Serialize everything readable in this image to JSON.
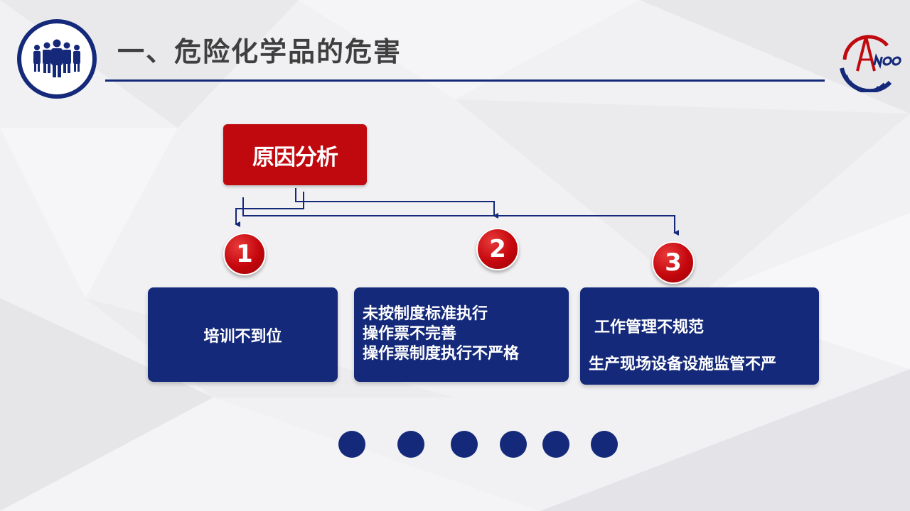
{
  "header": {
    "title": "一、危险化学品的危害",
    "icon": "people-group-icon",
    "logo": "cnooc-logo-icon"
  },
  "diagram": {
    "root_label": "原因分析",
    "branches": [
      {
        "number": "1",
        "lines": [
          "培训不到位"
        ]
      },
      {
        "number": "2",
        "lines": [
          "未按制度标准执行",
          "操作票不完善",
          "操作票制度执行不严格"
        ]
      },
      {
        "number": "3",
        "lines": [
          "工作管理不规范",
          "生产现场设备设施监管不严"
        ]
      }
    ]
  },
  "pagination": {
    "dot_count": 6
  },
  "colors": {
    "navy": "#14297a",
    "red": "#c0080f",
    "title_gray": "#3f3f3f",
    "background": "#f1f1f3"
  }
}
